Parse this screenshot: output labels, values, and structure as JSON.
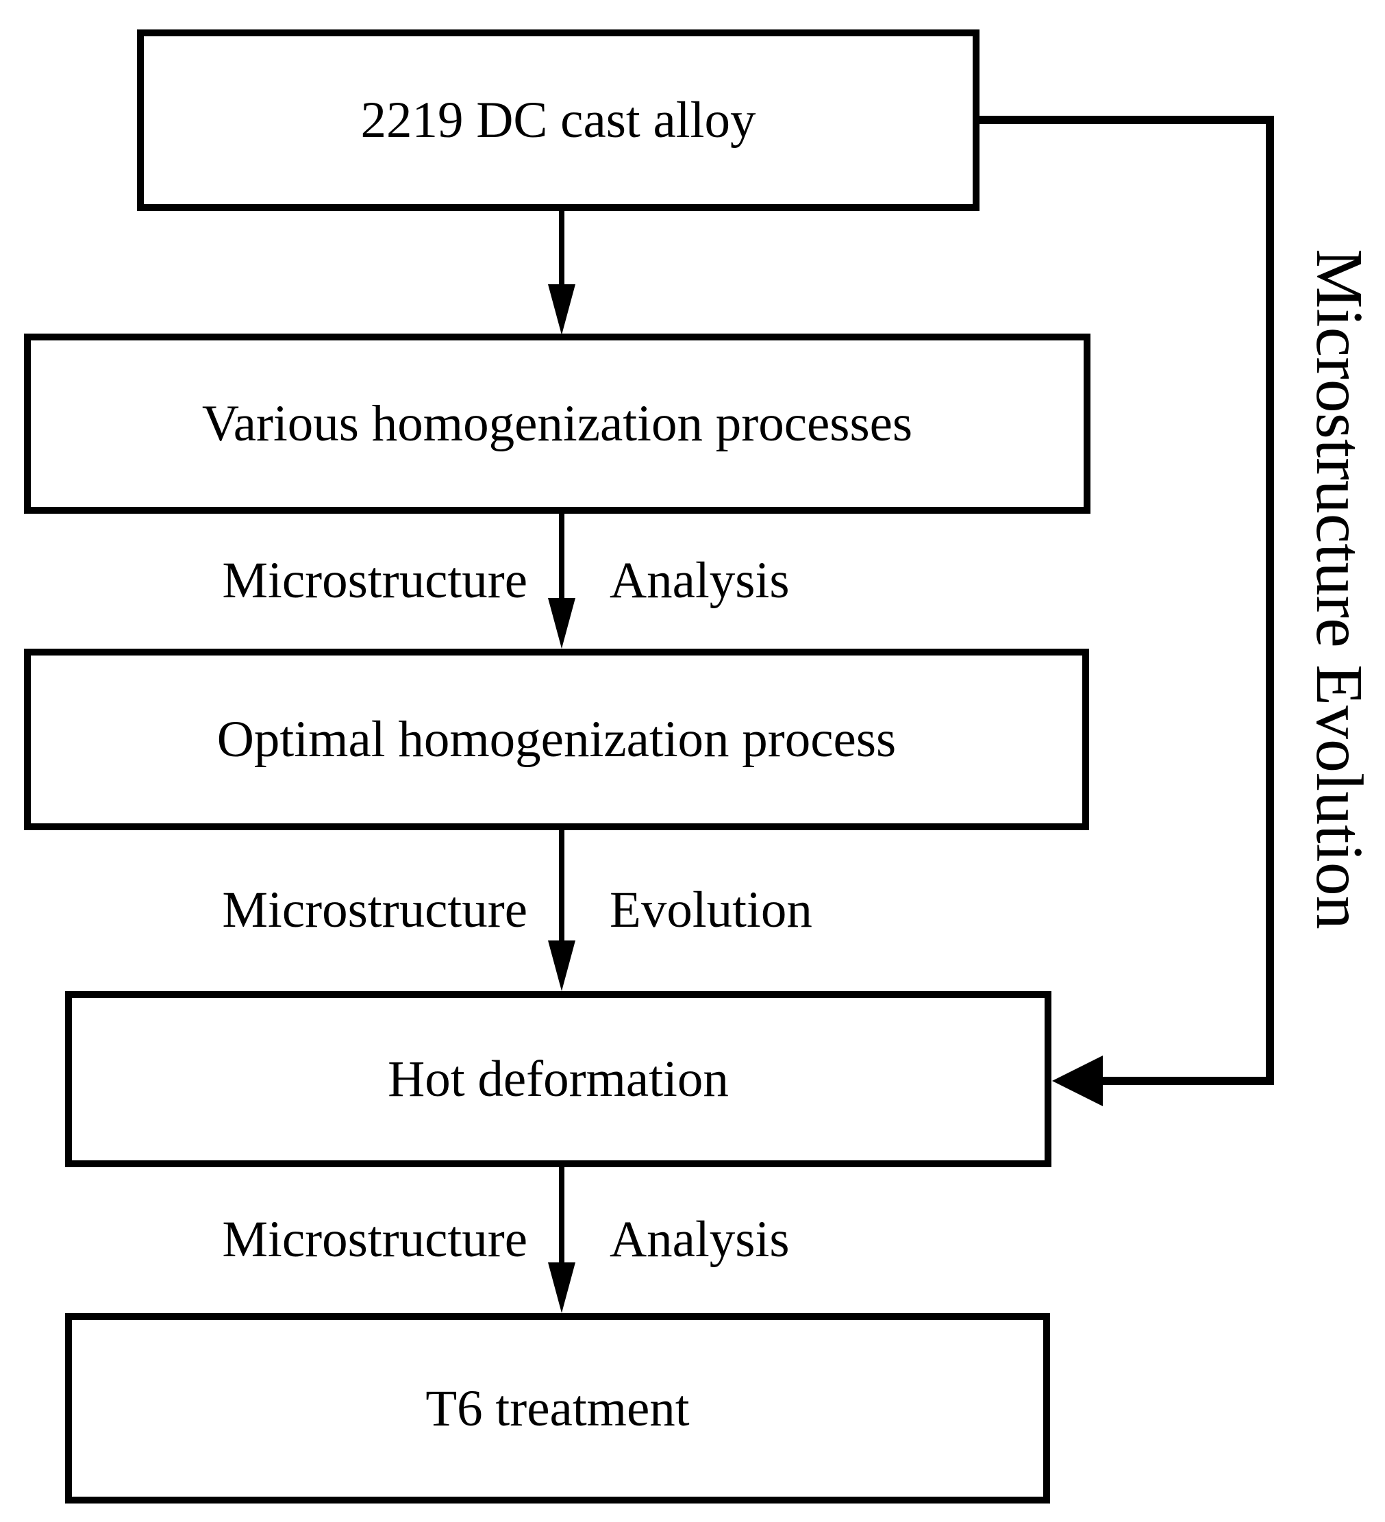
{
  "diagram": {
    "boxes": [
      {
        "id": "cast",
        "label": "2219 DC cast alloy"
      },
      {
        "id": "various",
        "label": "Various homogenization processes"
      },
      {
        "id": "optimal",
        "label": "Optimal homogenization process"
      },
      {
        "id": "hot",
        "label": "Hot deformation"
      },
      {
        "id": "t6",
        "label": "T6 treatment"
      }
    ],
    "edge_labels": [
      {
        "left": "Microstructure",
        "right": "Analysis"
      },
      {
        "left": "Microstructure",
        "right": "Evolution"
      },
      {
        "left": "Microstructure",
        "right": "Analysis"
      }
    ],
    "side_label": "Microstructure Evolution",
    "colors": {
      "line": "#000000",
      "background": "#ffffff",
      "box_fill": "#ffffff"
    }
  }
}
